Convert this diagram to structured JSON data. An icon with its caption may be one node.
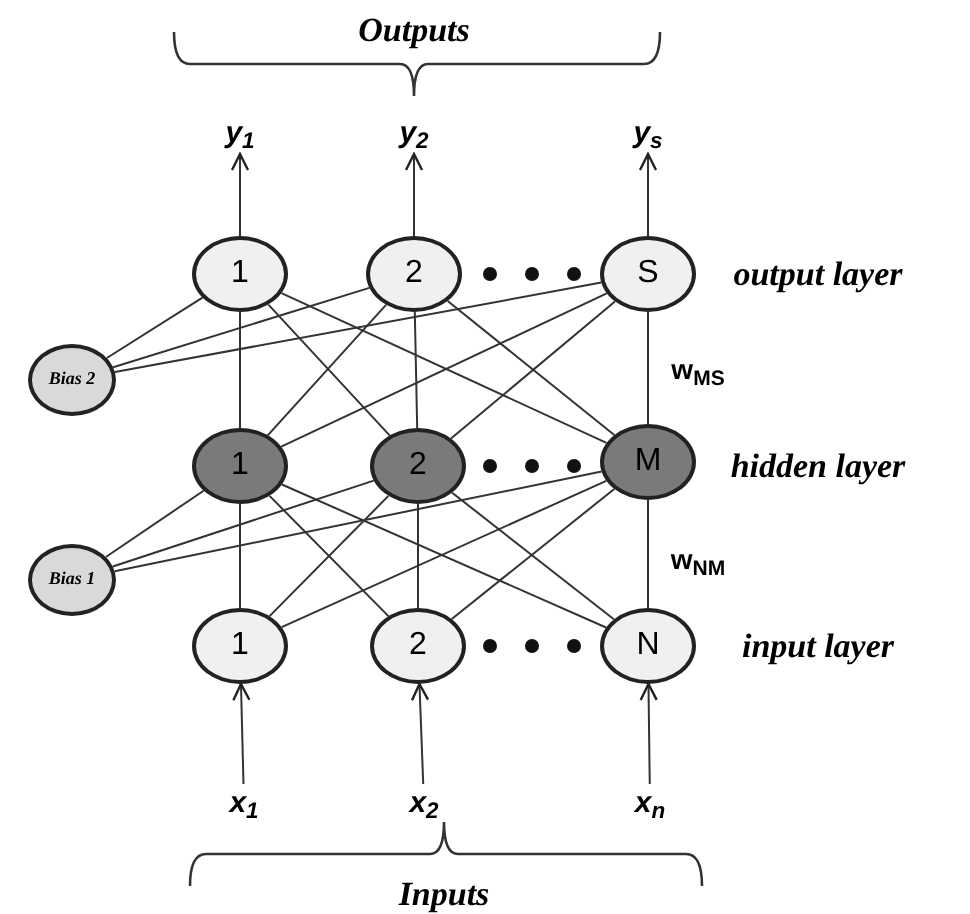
{
  "diagram": {
    "nodes": [
      {
        "text": [
          "y$_{1}$"
        ]
      },
      {
        "text": [
          "y$_{2}$"
        ]
      },
      {
        "text": [
          "y$_{s}$"
        ]
      },
      {
        "text": [
          "1"
        ]
      },
      {
        "text": [
          "2"
        ]
      },
      {
        "text": [
          "S"
        ]
      },
      {
        "text": [
          "Bias 2"
        ]
      },
      {
        "text": [
          "1"
        ]
      },
      {
        "text": [
          "2"
        ]
      },
      {
        "text": [
          "M"
        ]
      },
      {
        "text": [
          "Bias 1"
        ]
      },
      {
        "text": [
          "1"
        ]
      },
      {
        "text": [
          "2"
        ]
      },
      {
        "text": [
          "N"
        ]
      },
      {
        "text": [
          "x$_{1}$"
        ]
      },
      {
        "text": [
          "x$_{2}$"
        ]
      },
      {
        "text": [
          "x$_{n}$"
        ]
      }
    ],
    "edges": [
      {
        "from": 3,
        "to": 0,
        "arrow": "to"
      },
      {
        "from": 4,
        "to": 1,
        "arrow": "to"
      },
      {
        "from": 5,
        "to": 2,
        "arrow": "to"
      },
      {
        "from": 6,
        "to": 3,
        "arrow": "none"
      },
      {
        "from": 6,
        "to": 4,
        "arrow": "none"
      },
      {
        "from": 6,
        "to": 5,
        "arrow": "none"
      },
      {
        "from": 7,
        "to": 3,
        "arrow": "none"
      },
      {
        "from": 7,
        "to": 4,
        "arrow": "none"
      },
      {
        "from": 7,
        "to": 5,
        "arrow": "none"
      },
      {
        "from": 8,
        "to": 3,
        "arrow": "none"
      },
      {
        "from": 8,
        "to": 4,
        "arrow": "none"
      },
      {
        "from": 8,
        "to": 5,
        "arrow": "none"
      },
      {
        "from": 9,
        "to": 3,
        "arrow": "none"
      },
      {
        "from": 9,
        "to": 4,
        "arrow": "none"
      },
      {
        "from": 9,
        "to": 5,
        "arrow": "none"
      },
      {
        "from": 10,
        "to": 7,
        "arrow": "none"
      },
      {
        "from": 10,
        "to": 8,
        "arrow": "none"
      },
      {
        "from": 10,
        "to": 9,
        "arrow": "none"
      },
      {
        "from": 11,
        "to": 7,
        "arrow": "none"
      },
      {
        "from": 11,
        "to": 8,
        "arrow": "none"
      },
      {
        "from": 11,
        "to": 9,
        "arrow": "none"
      },
      {
        "from": 12,
        "to": 7,
        "arrow": "none"
      },
      {
        "from": 12,
        "to": 8,
        "arrow": "none"
      },
      {
        "from": 12,
        "to": 9,
        "arrow": "none"
      },
      {
        "from": 13,
        "to": 7,
        "arrow": "none"
      },
      {
        "from": 13,
        "to": 8,
        "arrow": "none"
      },
      {
        "from": 13,
        "to": 9,
        "arrow": "none"
      },
      {
        "from": 14,
        "to": 11,
        "arrow": "to"
      },
      {
        "from": 15,
        "to": 12,
        "arrow": "to"
      },
      {
        "from": 16,
        "to": 13,
        "arrow": "to"
      }
    ],
    "labels": [
      "Outputs",
      "output layer",
      "w$_{MS}$",
      "hidden layer",
      "w$_{NM}$",
      "input layer",
      "Inputs"
    ]
  }
}
